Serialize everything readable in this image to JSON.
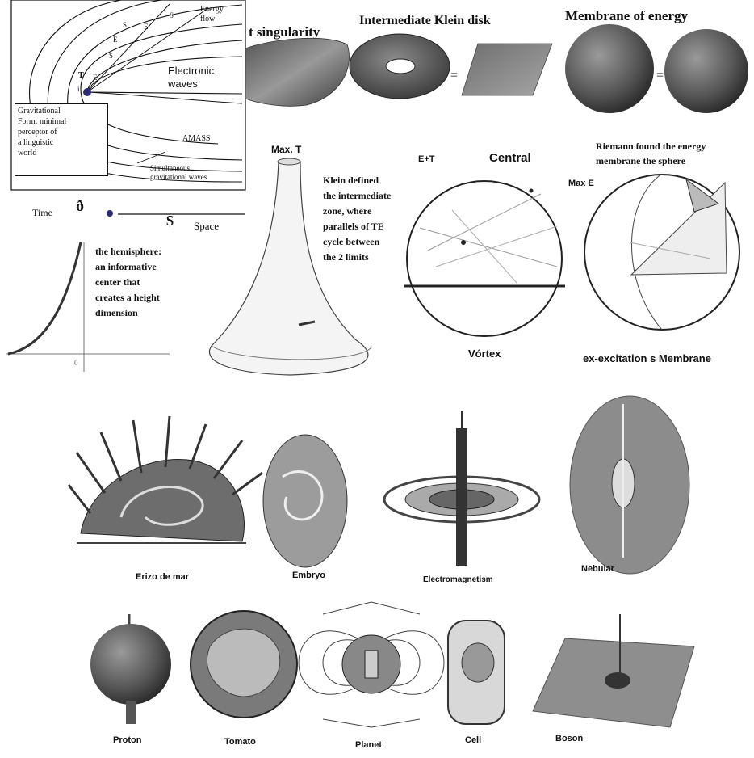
{
  "diagram": {
    "field": {
      "energy_flow": "Energy\nflow",
      "electronic_waves": "Electronic\nwaves",
      "gravitational_box": "Gravitational\nForm: minimal\nperceptor of\na linguistic\nworld",
      "amass": "AMASS",
      "simultaneous": "Simultaneous\ngravitational waves",
      "time": "Time",
      "delta": "ð",
      "dollar": "$",
      "space": "Space",
      "marker_t": "T",
      "marker_i": "i",
      "arc_letters": [
        "E",
        "S",
        "E",
        "S",
        "E",
        "S"
      ]
    },
    "top_row": {
      "singularity_title": "t singularity",
      "klein_title": "Intermediate Klein disk",
      "membrane_title": "Membrane of energy",
      "equals_1": "=",
      "equals_2": "="
    },
    "middle": {
      "hemisphere_text": "the hemisphere:\nan informative\ncenter that\ncreates a height\ndimension",
      "axis_origin": "0",
      "max_t": "Max. T",
      "klein_text": "Klein defined\nthe intermediate\nzone, where\nparallels of TE\ncycle between\nthe 2 limits",
      "et_label": "E+T",
      "central_label": "Central",
      "vortex_label": "Vórtex",
      "riemann_text": "Riemann found the energy\nmembrane        the sphere",
      "max_e": "Max E",
      "membrane_caption": "ex-excitation s  Membrane"
    },
    "examples_row1": [
      {
        "caption": "Erizo de mar",
        "icon": "sea-urchin-icon"
      },
      {
        "caption": "Embryo",
        "icon": "embryo-icon"
      },
      {
        "caption": "Electromagnetism",
        "icon": "electromagnetism-icon"
      },
      {
        "caption": "Nebular",
        "icon": "nebula-icon"
      }
    ],
    "examples_row2": [
      {
        "caption": "Proton",
        "icon": "proton-icon"
      },
      {
        "caption": "Tomato",
        "icon": "tomato-icon"
      },
      {
        "caption": "Planet",
        "icon": "planet-icon"
      },
      {
        "caption": "Cell",
        "icon": "cell-icon"
      },
      {
        "caption": "Boson",
        "icon": "boson-icon"
      }
    ],
    "colors": {
      "ink": "#111111",
      "dot": "#2b2b7a",
      "shade_dark": "#3a3a3a",
      "shade_mid": "#8a8a8a",
      "shade_light": "#d8d8d8"
    }
  }
}
